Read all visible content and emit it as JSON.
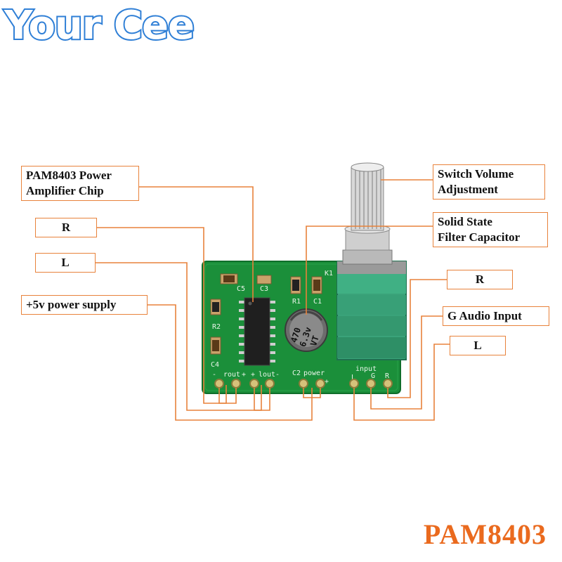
{
  "brand": {
    "name": "Your Cee"
  },
  "product": {
    "title": "PAM8403"
  },
  "labels": {
    "chip": [
      "PAM8403 Power",
      "Amplifier Chip"
    ],
    "r_out": "R",
    "l_out": "L",
    "power": "+5v power supply",
    "switch": [
      "Switch Volume",
      "Adjustment"
    ],
    "capacitor": [
      "Solid State",
      "Filter Capacitor"
    ],
    "r_in": "R",
    "g_in": "G Audio Input",
    "l_in": "L"
  },
  "board": {
    "silk": {
      "c5": "C5",
      "c3": "C3",
      "r1": "R1",
      "c1": "C1",
      "k1": "K1",
      "r2": "R2",
      "c4": "C4",
      "c2": "C2",
      "rout": "rout",
      "lout": "lout",
      "power": "power",
      "input": "input",
      "pin_minus": "-",
      "pin_plus": "+",
      "pin_l": "L",
      "pin_g": "G",
      "pin_r": "R"
    },
    "capacitor_text": [
      "470",
      "6.3v",
      "VT"
    ]
  },
  "colors": {
    "brand": "#2f7fd6",
    "leader": "#e8823b",
    "title": "#ea6a1e",
    "pcb": "#1b8f3a",
    "potentiometer": "#3aa37a"
  }
}
